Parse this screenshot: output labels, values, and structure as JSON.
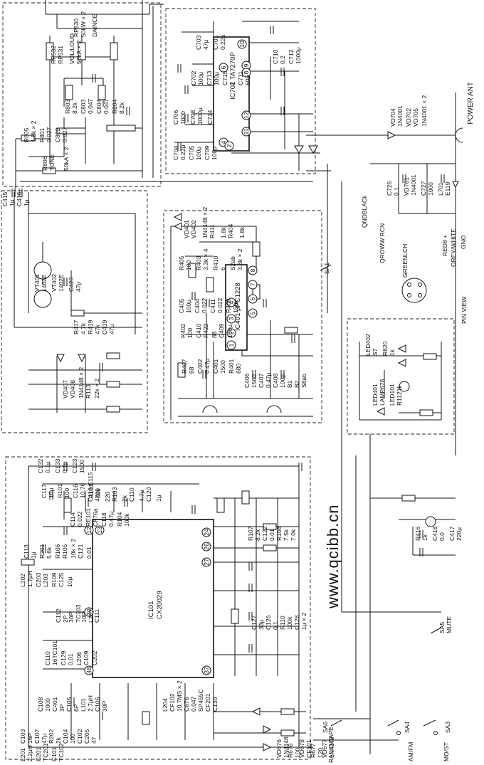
{
  "watermark": "www.qcibb.cn",
  "ics": {
    "ic701": [
      "IC701",
      "TA7270P"
    ],
    "ic401": [
      "IC401",
      "μPC1228"
    ],
    "ic101": [
      "IC101",
      "CX20029"
    ]
  },
  "pins": {
    "ic701": [
      "10",
      "9",
      "8",
      "6",
      "12",
      "11",
      "4",
      "2"
    ],
    "ic401": [
      "8",
      "7",
      "6",
      "5",
      "4",
      "3",
      "2",
      "1"
    ],
    "ic101": [
      "12",
      "13",
      "24",
      "26",
      "27",
      "30",
      "37",
      "48"
    ]
  },
  "terminals": {
    "power_ant": "POWER ANT",
    "qnd_black": "QNDBLACk",
    "qroww_rcn": "QROWW RCN",
    "greenlch": "GREENLCH",
    "red_lead": "RED8 +",
    "orey_white": "OREY/WHITE",
    "gno": "GNO",
    "pin_view": "PIN VIEW",
    "mute": "MUTE",
    "am_fm": "AM/FM",
    "mo_st": "MO/ST",
    "radio_tape": "RADIO/TAPE"
  },
  "switches": [
    "SA1",
    "SA3",
    "SA4",
    "SA5",
    "SA6"
  ],
  "labels_top": [
    [
      "RP530",
      "50kW × 2",
      "DAINCE"
    ],
    [
      "RP532",
      "RP531",
      "VOL/LOUD",
      "50kA × 2"
    ],
    [
      "R803",
      "8.2k",
      "C803",
      "0.047",
      "C804",
      "0.047",
      "R804",
      "8.2k"
    ],
    [
      "R805",
      "1.8k × 2",
      "R801",
      "0.027",
      "C802",
      "0.027"
    ],
    [
      "R806",
      "TONE",
      "50kA × 2"
    ]
  ],
  "labels_power": [
    [
      "C703",
      "47μ",
      "C701",
      "0.22μ"
    ],
    [
      "C710",
      "0.2",
      "C712",
      "1000μ"
    ],
    [
      "C702",
      "100μ",
      "C713",
      "100μ",
      "C715",
      "2",
      "C711",
      "60μ"
    ],
    [
      "C706",
      "1000",
      "C708",
      "1000μ",
      "C714"
    ],
    [
      "C704",
      "0.22μ",
      "C705",
      "100μ",
      "C709",
      "100μ"
    ],
    [
      "VD704",
      "1N4001",
      "VD702",
      "VD705",
      "1N4001 × 2"
    ],
    [
      "C726",
      "0.1",
      "VD701",
      "1N4001",
      "C727",
      "1000",
      "L701",
      "E119"
    ]
  ],
  "labels_mid": [
    [
      "C415",
      "1μ",
      "C416",
      "1μ"
    ],
    [
      "VT401",
      "1402E",
      "VT402",
      "1402E",
      "C420",
      "47μ"
    ],
    [
      "R417",
      "4.7k",
      "R419",
      "47k",
      "C419",
      "47μ"
    ],
    [
      "VD407",
      "VD408",
      "1N4148 × 2",
      "R113",
      "22k × 2"
    ],
    [
      "VD401",
      "VD402",
      "1N4148 × 2",
      "R411",
      "1.8k",
      "R404",
      "1.8k"
    ],
    [
      "R405",
      "100",
      "R403",
      "3.3k × 4",
      "R410",
      "6",
      "S2ab",
      "3.3k × 2"
    ],
    [
      "C405",
      "100μ",
      "C404",
      "0.022",
      "C411",
      "0.022",
      "R409",
      "150k"
    ],
    [
      "R402",
      "100",
      "C410",
      "R422",
      "68",
      "C409",
      "100μ"
    ],
    [
      "R407",
      "68",
      "C402",
      "0.47μ",
      "C401",
      "1500",
      "R401",
      "680"
    ],
    [
      "C406",
      "1500",
      "C407",
      "0.47μ",
      "C408",
      "100μ",
      "B1",
      "B2",
      "S8ab"
    ]
  ],
  "labels_led": [
    [
      "LED402",
      "S7",
      "R820",
      "1k"
    ],
    [
      "LED401",
      "LAMP676",
      "LED101",
      "R1121k"
    ],
    [
      "R416",
      "1k",
      "C418",
      "0.0",
      "C417",
      "220μ"
    ]
  ],
  "labels_bottom": [
    [
      "C132",
      "0.1μ",
      "C133",
      "0.1μ",
      "C123",
      "1500"
    ],
    [
      "C117",
      "10μ",
      "R101",
      "100",
      "C116",
      "10.76",
      "R102",
      "68k"
    ],
    [
      "C116 C115",
      "4700",
      "220",
      "R103",
      "2k",
      "C110",
      "4.7μ",
      "C120",
      "1μ"
    ],
    [
      "C114",
      "0.022",
      "RE101",
      "CF76a",
      "C118",
      "0.47μ",
      "R104",
      "100k"
    ],
    [
      "C113",
      "1μ",
      "R201",
      "5.6k",
      "R106",
      "R105",
      "10k × 2",
      "C121",
      "0.01"
    ],
    [
      "R107",
      "8.2k",
      "C122",
      "0.01",
      "R108",
      "7.5k",
      "7.0k"
    ],
    [
      "L202",
      "1.7μH",
      "C203",
      "L203",
      "R109",
      "C125",
      "10μ"
    ],
    [
      "C112",
      "2P",
      "30P",
      "TC203",
      "10P",
      "L202",
      "C111"
    ],
    [
      "C127",
      "33μ",
      "C126",
      "0.1",
      "R110",
      "100k",
      "C128",
      "1μ × 2"
    ],
    [
      "C110",
      "16TC101",
      "C129",
      "0.01",
      "L206",
      "C109",
      "C202"
    ],
    [
      "C108",
      "1000",
      "C401",
      "3P",
      "C105",
      "6P",
      "L101",
      "2.7μH",
      "C106",
      "30P"
    ],
    [
      "C103",
      "16P",
      "C107",
      "47μ",
      "R202",
      "2k",
      "C104",
      "100",
      "C102",
      "C205",
      "47"
    ],
    [
      "L204",
      "CF102",
      "10.7MS × 2",
      "C676",
      "0.047",
      "SP455C",
      "CF201",
      "C130"
    ],
    [
      "VD676",
      "1N4148",
      "R676",
      "100",
      "VD678",
      "CF101",
      "R677",
      "120",
      "VD677",
      "1N4148"
    ],
    [
      "L201",
      "2.2μH",
      "C201",
      "TC201",
      "C101",
      "TC102"
    ]
  ]
}
